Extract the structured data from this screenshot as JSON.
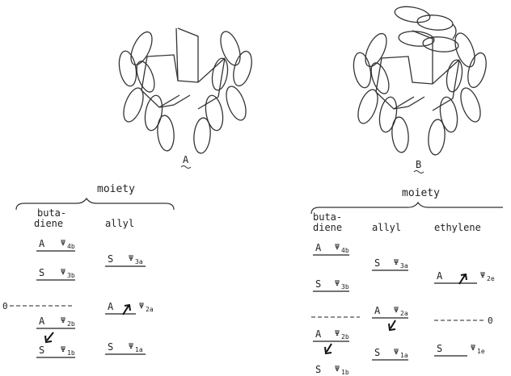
{
  "structures": {
    "a": {
      "label": "A"
    },
    "b": {
      "label": "B"
    }
  },
  "left_diagram": {
    "brace_label": "moiety",
    "col1_header": [
      "buta-",
      "diene"
    ],
    "col2_header": "allyl",
    "zero_label": "0",
    "levels": [
      {
        "sym": "A",
        "psi": "Ψ",
        "sub": "4b"
      },
      {
        "sym": "S",
        "psi": "Ψ",
        "sub": "3b"
      },
      {
        "sym": "A",
        "psi": "Ψ",
        "sub": "2b"
      },
      {
        "sym": "S",
        "psi": "Ψ",
        "sub": "1b"
      },
      {
        "sym": "S",
        "psi": "Ψ",
        "sub": "3a"
      },
      {
        "sym": "A",
        "psi": "Ψ",
        "sub": "2a"
      },
      {
        "sym": "S",
        "psi": "Ψ",
        "sub": "1a"
      }
    ]
  },
  "right_diagram": {
    "brace_label": "moiety",
    "col1_header": [
      "buta-",
      "diene"
    ],
    "col2_header": "allyl",
    "col3_header": "ethylene",
    "zero_label": "0",
    "levels": [
      {
        "sym": "A",
        "psi": "Ψ",
        "sub": "4b"
      },
      {
        "sym": "S",
        "psi": "Ψ",
        "sub": "3b"
      },
      {
        "sym": "A",
        "psi": "Ψ",
        "sub": "2b"
      },
      {
        "sym": "S",
        "psi": "Ψ",
        "sub": "1b"
      },
      {
        "sym": "S",
        "psi": "Ψ",
        "sub": "3a"
      },
      {
        "sym": "A",
        "psi": "Ψ",
        "sub": "2a"
      },
      {
        "sym": "S",
        "psi": "Ψ",
        "sub": "1a"
      },
      {
        "sym": "A",
        "psi": "Ψ",
        "sub": "2e"
      },
      {
        "sym": "S",
        "psi": "Ψ",
        "sub": "1e"
      }
    ]
  }
}
